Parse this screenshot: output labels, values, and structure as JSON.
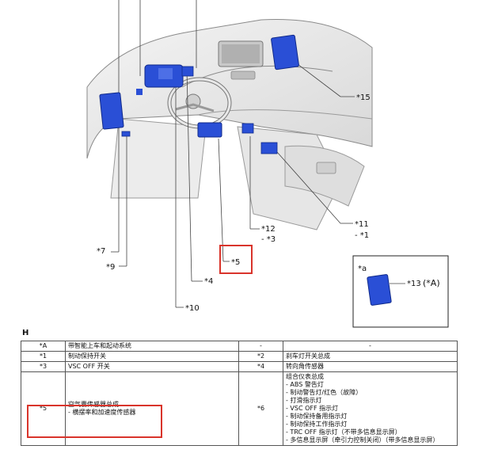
{
  "diagram": {
    "callouts": {
      "c1": "- *1",
      "c3": "- *3",
      "c4": "*4",
      "c5": "*5",
      "c7": "*7",
      "c9": "*9",
      "c10": "*10",
      "c11": "*11",
      "c12": "*12",
      "c15": "*15"
    },
    "inset": {
      "label": "*a",
      "part": "*13",
      "ref": "(*A)"
    }
  },
  "section_label": "H",
  "table": {
    "rows": [
      {
        "code1": "*A",
        "desc1": "带智能上车和起动系统",
        "code2": "-",
        "desc2": "-"
      },
      {
        "code1": "*1",
        "desc1": "制动保持开关",
        "code2": "*2",
        "desc2": "刹车灯开关总成"
      },
      {
        "code1": "*3",
        "desc1": "VSC OFF 开关",
        "code2": "*4",
        "desc2": "转向角传感器"
      }
    ],
    "row5": {
      "code1": "*5",
      "desc1_line1": "空气囊传感器总成",
      "desc1_line2": "- 横摆率和加速度传感器",
      "code2": "*6",
      "desc2_title": "组合仪表总成",
      "desc2_items": [
        "- ABS 警告灯",
        "- 制动警告灯/红色（故障）",
        "- 打滑指示灯",
        "- VSC OFF 指示灯",
        "- 制动保持备用指示灯",
        "- 制动保持工作指示灯",
        "- TRC OFF 指示灯（不带多信息显示屏）",
        "- 多信息显示屏（牵引力控制关闭）（带多信息显示屏）"
      ]
    }
  },
  "colors": {
    "component_blue": "#2a4fd6",
    "highlight_red": "#d9342b",
    "line_gray": "#9a9a9a"
  }
}
